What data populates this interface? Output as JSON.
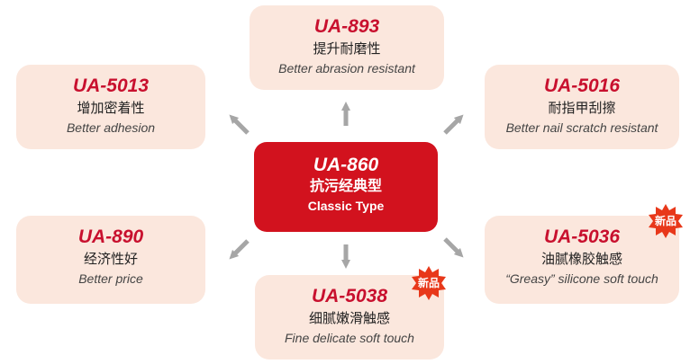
{
  "center": {
    "code": "UA-860",
    "cn": "抗污经典型",
    "en": "Classic Type"
  },
  "top": {
    "code": "UA-893",
    "cn": "提升耐磨性",
    "en": "Better abrasion resistant"
  },
  "top_left": {
    "code": "UA-5013",
    "cn": "增加密着性",
    "en": "Better adhesion"
  },
  "top_right": {
    "code": "UA-5016",
    "cn": "耐指甲刮擦",
    "en": "Better nail scratch resistant"
  },
  "bottom_left": {
    "code": "UA-890",
    "cn": "经济性好",
    "en": "Better price"
  },
  "bottom": {
    "code": "UA-5038",
    "cn": "细腻嫩滑触感",
    "en": "Fine delicate soft touch",
    "badge": "新品"
  },
  "bottom_right": {
    "code": "UA-5036",
    "cn": "油腻橡胶触感",
    "en": "“Greasy” silicone soft touch",
    "badge": "新品"
  },
  "colors": {
    "accent_red": "#d2121e",
    "card_bg": "#fbe7dd",
    "arrow_gray": "#a6a6a6",
    "badge_red": "#e8381a"
  }
}
